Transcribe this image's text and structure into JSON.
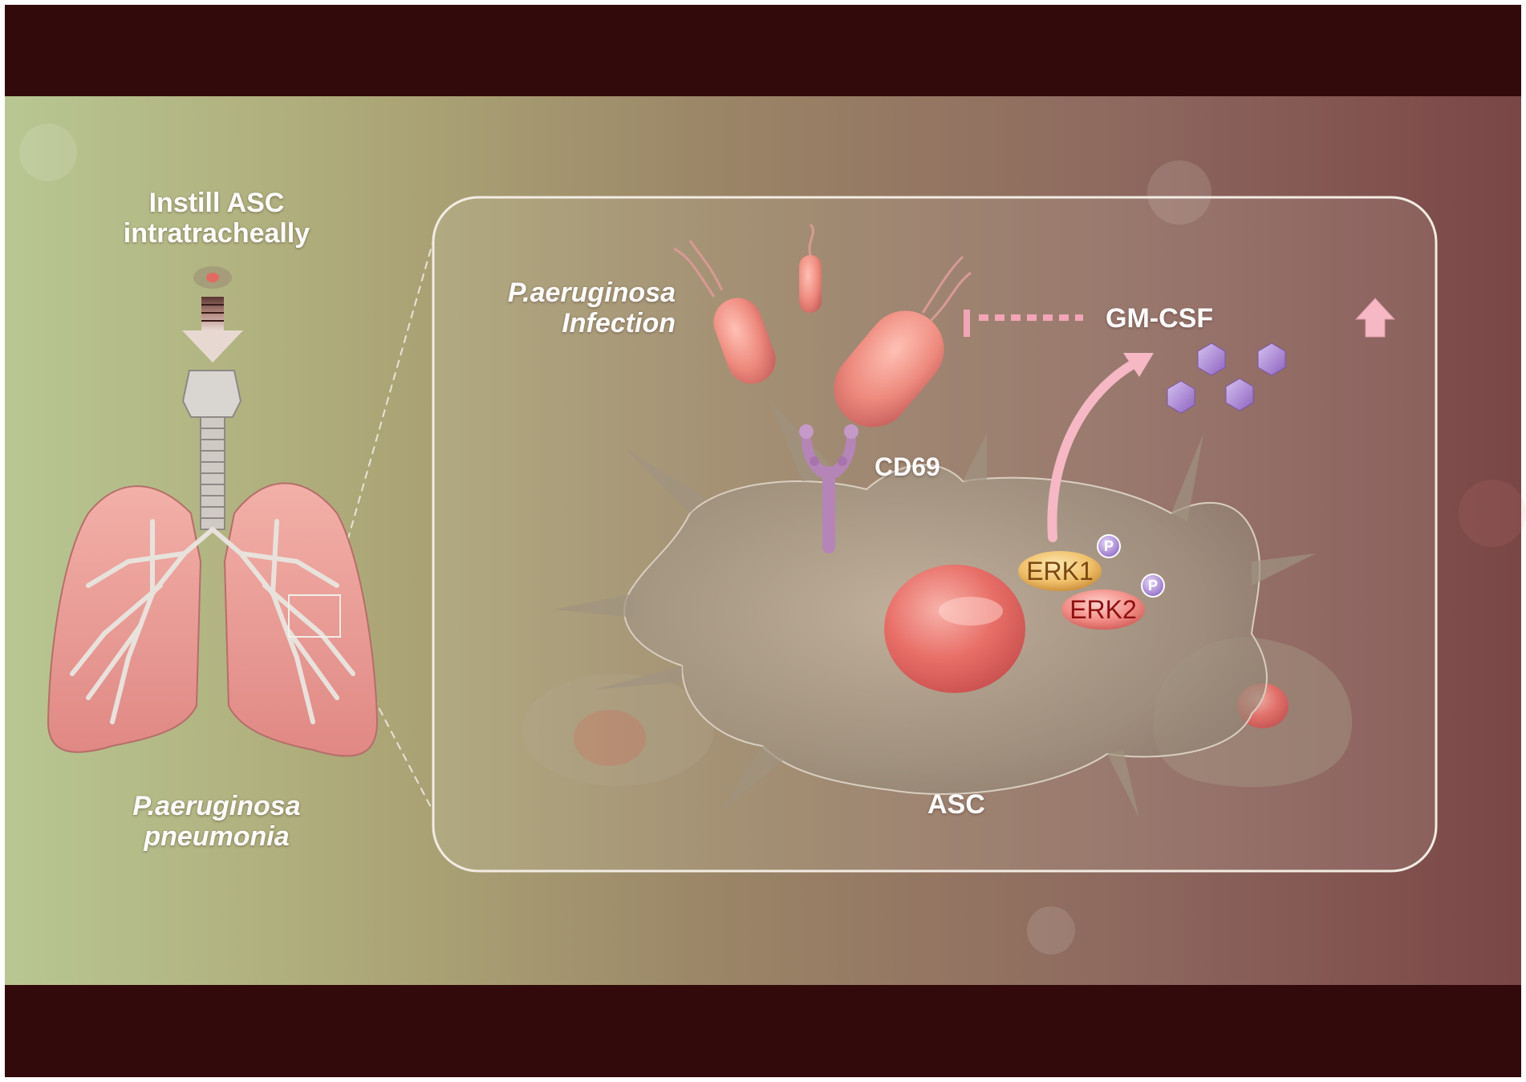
{
  "figure": {
    "instill_label": "Instill ASC\nintratracheally",
    "pneumonia_label": "P.aeruginosa\npneumonia",
    "infection_label": "P.aeruginosa\nInfection",
    "gmcsf_label": "GM-CSF",
    "cd69_label": "CD69",
    "asc_label": "ASC",
    "erk1_label": "ERK1",
    "erk2_label": "ERK2",
    "phospho_label": "P"
  },
  "icons": {
    "up_arrow": "up-arrow-icon",
    "inhibition": "inhibition-bar-icon"
  },
  "colors": {
    "frame_dark": "#330a0c",
    "bg_left": "#b9c793",
    "bg_right": "#7a4545",
    "lung": "#e99a96",
    "bacteria": "#ec8a80",
    "cd69": "#b585b8",
    "gmcsf": "#a07ac8",
    "arrow": "#f5b8c4",
    "erk1": "#ecb860",
    "erk2": "#f07878",
    "nucleus": "#e66f68"
  }
}
